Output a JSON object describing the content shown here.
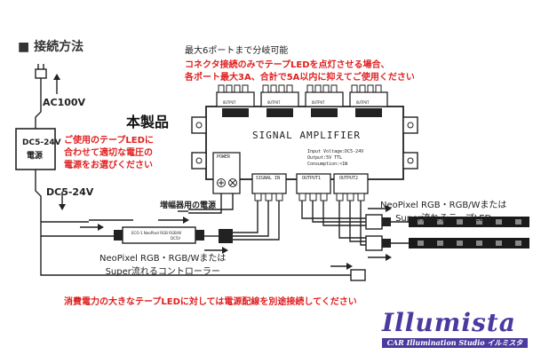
{
  "title": "■ 接続方法",
  "ports_note": "最大6ポートまで分岐可能",
  "warning_line1": "コネクタ接続のみでテープLEDを点灯させる場合、",
  "warning_line2": "各ポート最大3A、合計で5A以内に抑えてご使用ください",
  "product_label": "本製品",
  "ac_label": "AC100V",
  "dc_label": "DC5-24V",
  "psu": {
    "line1": "DC5-24V",
    "line2": "電源"
  },
  "psu_note": [
    "ご使用のテープLEDに",
    "合わせて適切な電圧の",
    "電源をお選びください"
  ],
  "amp_power_label": "増幅器用の電源",
  "amplifier": {
    "name": "SIGNAL AMPLIFIER",
    "spec1": "Input Voltage:DC5-24V",
    "spec2": "Output:5V TTL",
    "spec3": "Consumption:<1W",
    "power": "POWER",
    "signal_in": "SIGNAL IN",
    "output1": "OUTPUT1",
    "output2": "OUTPUT2",
    "top_output": "OUTPUT"
  },
  "controller_label": [
    "NeoPixel RGB・RGB/Wまたは",
    "Super流れるコントローラー"
  ],
  "tape_label": [
    "NeoPixel RGB・RGB/Wまたは",
    "Super流れるテープLED"
  ],
  "bottom_warning": "消費電力の大きなテープLEDに対しては電源配線を別途接続してください",
  "logo": {
    "main": "Illumista",
    "sub": "CAR Illumination Studio イルミスタ"
  },
  "colors": {
    "warning": "#e02020",
    "logo": "#4b3aa0"
  }
}
